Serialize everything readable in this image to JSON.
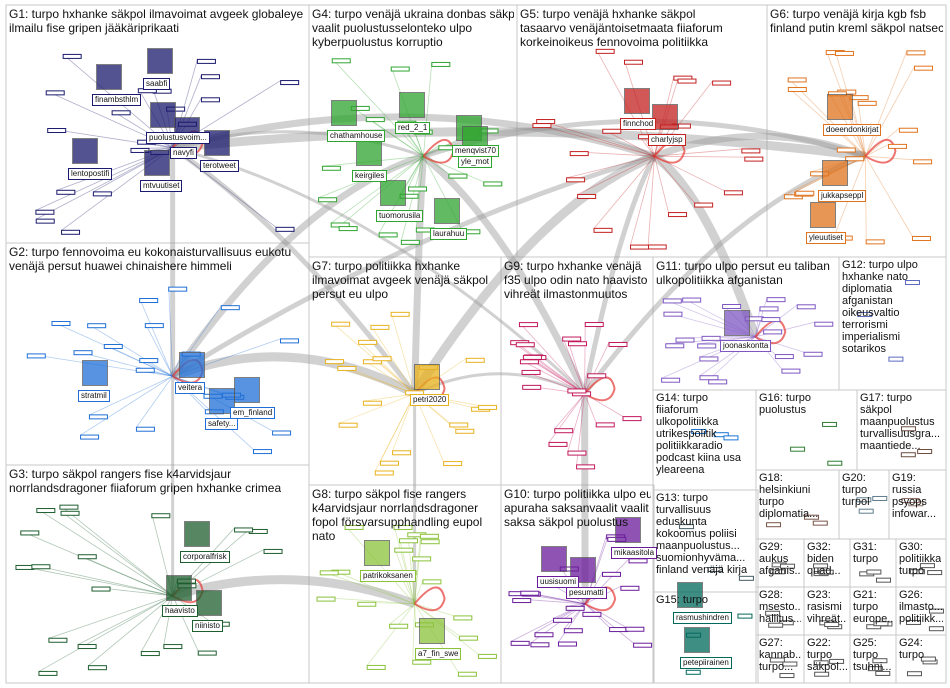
{
  "groups": [
    {
      "id": "G1",
      "label": "G1: turpo hxhanke säkpol ilmavoimat avgeek globaleye\nilmailu fise gripen jääkäriprikaati",
      "color": "#1a1a6e"
    },
    {
      "id": "G2",
      "label": "G2: turpo fennovoima eu kokonaisturvallisuus eukotu\nvenäjä persut huawei chinaishere himmeli",
      "color": "#1f6fd6"
    },
    {
      "id": "G3",
      "label": "G3: turpo säkpol rangers fise k4arvidsjaur\nnorrlandsdragoner fiiaforum gripen hxhanke crimea",
      "color": "#1e5e2e"
    },
    {
      "id": "G4",
      "label": "G4: turpo venäjä ukraina donbas säkpol\nvaalit puolustusselonteko ulpo\nkyberpuolustus korruptio",
      "color": "#2ea52e"
    },
    {
      "id": "G5",
      "label": "G5: turpo venäjä hxhanke säkpol\ntasaarvo venäjäntoisetmaata fiiaforum\nkorkeinoikeus fennovoima politiikka",
      "color": "#c42020"
    },
    {
      "id": "G6",
      "label": "G6: turpo venäjä kirja kgb fsb\nfinland putin kreml säkpol natsec",
      "color": "#e0731e"
    },
    {
      "id": "G7",
      "label": "G7: turpo politiikka hxhanke\nilmavoimat avgeek venäjä säkpol\npersut eu ulpo",
      "color": "#e8b21e"
    },
    {
      "id": "G8",
      "label": "G8: turpo säkpol fise rangers\nk4arvidsjaur norrlandsdragoner\nfopol försvarsupphandling eupol\nnato",
      "color": "#8ac23a"
    },
    {
      "id": "G9",
      "label": "G9: turpo hxhanke venäjä\nf35 ulpo odin nato haavisto\nvihreät ilmastonmuutos",
      "color": "#c2185b"
    },
    {
      "id": "G10",
      "label": "G10: turpo politiikka ulpo eu\napuraha saksanvaalit vaalit\nsaksa säkpol puolustus",
      "color": "#6a1b9a"
    },
    {
      "id": "G11",
      "label": "G11: turpo ulpo persut eu taliban\nulkopolitiikka afganistan",
      "color": "#7e57c2"
    },
    {
      "id": "G12",
      "label": "G12: turpo ulpo\nhxhanke nato\ndiplomatia\nafganistan\noikeusvaltio\nterrorismi\nimperialismi\nsotarikos",
      "color": "#5c6bc0"
    },
    {
      "id": "G13",
      "label": "G13: turpo\nturvallisuus\neduskunta\nkokoomus poliisi\nmaanpuolustus...\nsuomionhyväma...\nfinland venäjä kirja",
      "color": "#455a64"
    },
    {
      "id": "G14",
      "label": "G14: turpo\nfiiaforum\nulkopolitiikka\nutrikespolitik\npolitiikkaradio\npodcast kiina usa\nyleareena",
      "color": "#1976d2"
    },
    {
      "id": "G15",
      "label": "G15: turpo",
      "color": "#00695c"
    },
    {
      "id": "G16",
      "label": "G16: turpo\npuolustus",
      "color": "#2e7d32"
    },
    {
      "id": "G17",
      "label": "G17: turpo\nsäkpol\nmaanpuolustus\nturvallisuusgra...\nmaantiede...",
      "color": "#6d4c41"
    },
    {
      "id": "G18",
      "label": "G18:\nhelsinkiuni\nturpo\ndiplomatia...",
      "color": "#795548"
    },
    {
      "id": "G20",
      "label": "G20:\nturpo\nturpol",
      "color": "#607d8b"
    },
    {
      "id": "G19",
      "label": "G19:\nrussia\npsyops\ninfowar...",
      "color": "#8d6e63"
    },
    {
      "id": "G29",
      "label": "G29:\naukus\nafganis...",
      "color": "#555"
    },
    {
      "id": "G32",
      "label": "G32:\nbiden\nquad...",
      "color": "#555"
    },
    {
      "id": "G31",
      "label": "G31:\nturpo",
      "color": "#555"
    },
    {
      "id": "G30",
      "label": "G30:\npolitiikka\nturpo",
      "color": "#555"
    },
    {
      "id": "G28",
      "label": "G28:\nmsesto...\nhallitus...",
      "color": "#555"
    },
    {
      "id": "G23",
      "label": "G23:\nrasismi\nvihreät...",
      "color": "#555"
    },
    {
      "id": "G21",
      "label": "G21:\nturpo\neurope...",
      "color": "#555"
    },
    {
      "id": "G26",
      "label": "G26:\nilmasto...\npolitiikk...",
      "color": "#555"
    },
    {
      "id": "G27",
      "label": "G27:\nkannab...\nturpo...",
      "color": "#555"
    },
    {
      "id": "G22",
      "label": "G22:\nturpo\nsäkpol...",
      "color": "#555"
    },
    {
      "id": "G25",
      "label": "G25:\nturpo\ntsuhni...",
      "color": "#555"
    },
    {
      "id": "G24",
      "label": "G24:\nturpo",
      "color": "#555"
    }
  ],
  "nodes": [
    {
      "name": "saabfi",
      "color": "#1a1a6e"
    },
    {
      "name": "finambsthlm",
      "color": "#1a1a6e"
    },
    {
      "name": "puolustusvoim...",
      "color": "#1a1a6e"
    },
    {
      "name": "navyfi",
      "color": "#1a1a6e"
    },
    {
      "name": "terotweet",
      "color": "#1a1a6e"
    },
    {
      "name": "lentopostifi",
      "color": "#1a1a6e"
    },
    {
      "name": "mtvuutiset",
      "color": "#1a1a6e"
    },
    {
      "name": "stratmil",
      "color": "#1f6fd6"
    },
    {
      "name": "veitera",
      "color": "#1f6fd6"
    },
    {
      "name": "em_finland",
      "color": "#1f6fd6"
    },
    {
      "name": "safety...",
      "color": "#1f6fd6"
    },
    {
      "name": "corporalfrisk",
      "color": "#1e5e2e"
    },
    {
      "name": "haavisto",
      "color": "#1e5e2e"
    },
    {
      "name": "niinisto",
      "color": "#1e5e2e"
    },
    {
      "name": "chathamhouse",
      "color": "#2ea52e"
    },
    {
      "name": "keirgiles",
      "color": "#2ea52e"
    },
    {
      "name": "red_2_1",
      "color": "#2ea52e"
    },
    {
      "name": "menqvist70",
      "color": "#2ea52e"
    },
    {
      "name": "yle_mot",
      "color": "#2ea52e"
    },
    {
      "name": "tuomorusila",
      "color": "#2ea52e"
    },
    {
      "name": "laurahuu",
      "color": "#2ea52e"
    },
    {
      "name": "finnchod",
      "color": "#c42020"
    },
    {
      "name": "charlyjsp",
      "color": "#c42020"
    },
    {
      "name": "doeendonkirjat",
      "color": "#e0731e"
    },
    {
      "name": "jukkapseppl",
      "color": "#e0731e"
    },
    {
      "name": "yleuutiset",
      "color": "#e0731e"
    },
    {
      "name": "petri2020",
      "color": "#e8b21e"
    },
    {
      "name": "patrikoksanen",
      "color": "#8ac23a"
    },
    {
      "name": "a7_fin_swe",
      "color": "#8ac23a"
    },
    {
      "name": "joonaskontta",
      "color": "#7e57c2"
    },
    {
      "name": "uusisuomi",
      "color": "#6a1b9a"
    },
    {
      "name": "pesumatti",
      "color": "#6a1b9a"
    },
    {
      "name": "mikaasitola",
      "color": "#6a1b9a"
    },
    {
      "name": "rasmushindren",
      "color": "#00695c"
    },
    {
      "name": "petepiirainen",
      "color": "#00695c"
    }
  ]
}
